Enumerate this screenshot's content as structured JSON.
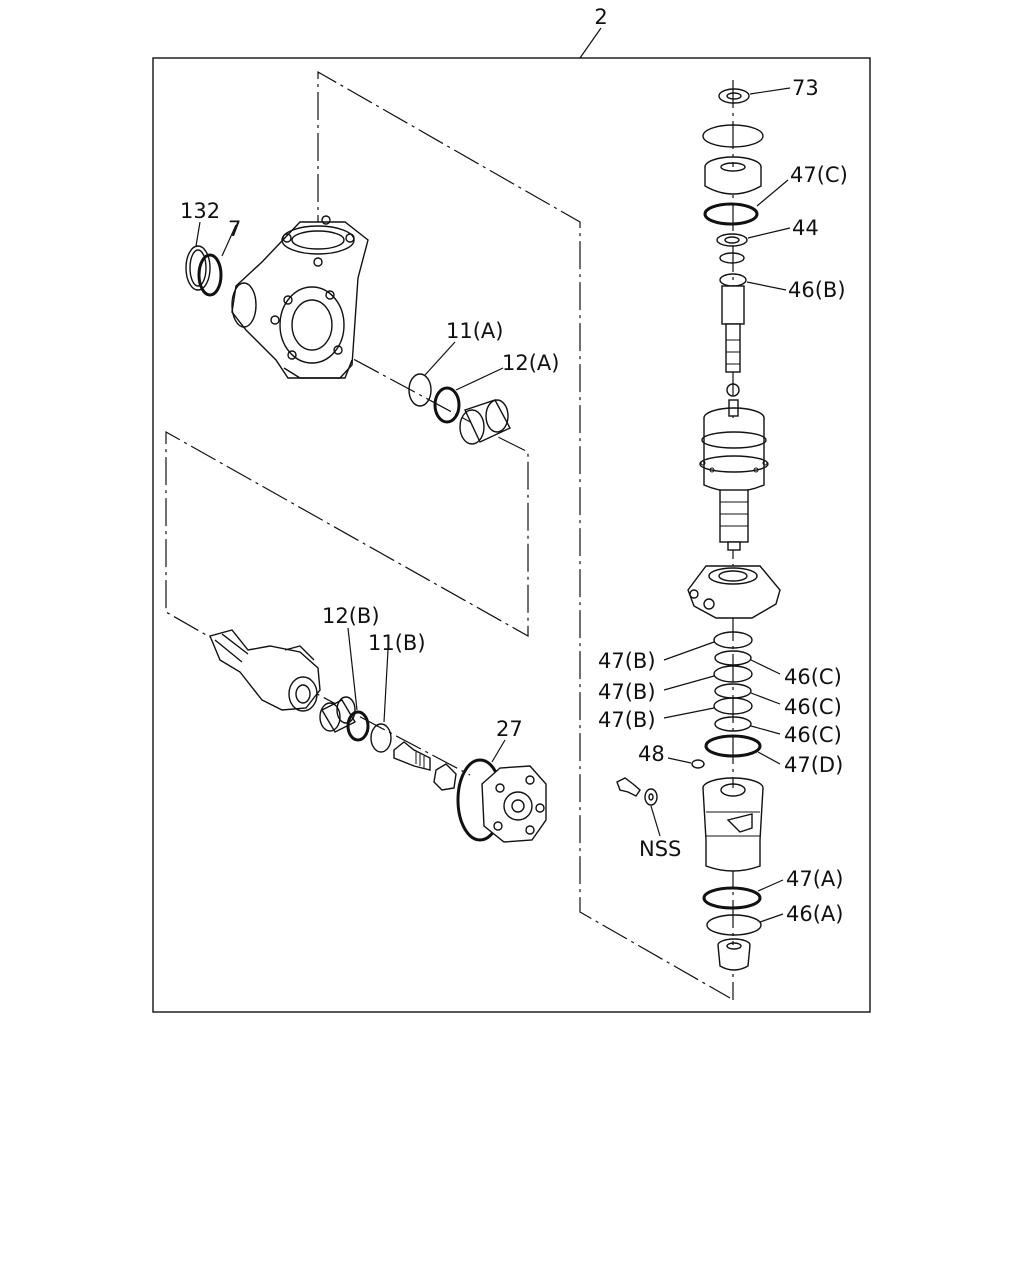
{
  "callouts": {
    "assembly": "2",
    "c73": "73",
    "c47c": "47(C)",
    "c44": "44",
    "c46b": "46(B)",
    "c132": "132",
    "c7": "7",
    "c11a": "11(A)",
    "c12a": "12(A)",
    "c12b": "12(B)",
    "c11b": "11(B)",
    "c27": "27",
    "c47b_1": "47(B)",
    "c47b_2": "47(B)",
    "c47b_3": "47(B)",
    "c46c_1": "46(C)",
    "c46c_2": "46(C)",
    "c46c_3": "46(C)",
    "c48": "48",
    "c47d": "47(D)",
    "cnss": "NSS",
    "c47a": "47(A)",
    "c46a": "46(A)"
  }
}
